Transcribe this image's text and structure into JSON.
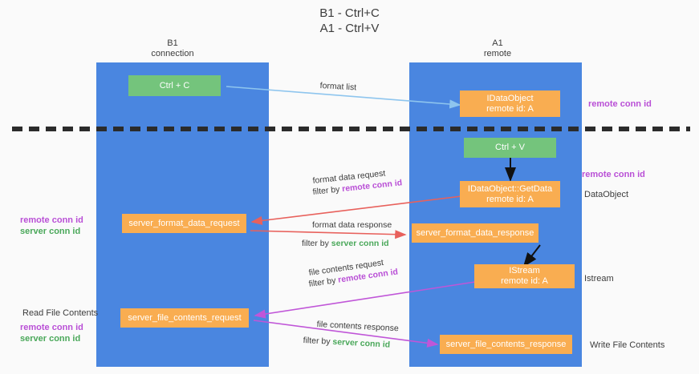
{
  "title": "B1 - Ctrl+C\nA1 - Ctrl+V",
  "colors": {
    "lane": "#4a86e0",
    "green_node": "#74c47c",
    "orange_node": "#f9ad51",
    "purple_text": "#b94fd6",
    "green_text": "#4aa85a",
    "blue_arrow": "#8ec5ee",
    "red_arrow": "#e8615c",
    "magenta_arrow": "#c056d8",
    "divider": "#2b2b2b",
    "background": "#fafafa"
  },
  "lanes": [
    {
      "id": "b1",
      "header": "B1\nconnection"
    },
    {
      "id": "a1",
      "header": "A1\nremote"
    }
  ],
  "nodes": [
    {
      "id": "ctrl-c",
      "line1": "Ctrl + C",
      "line2": ""
    },
    {
      "id": "idataobject",
      "line1": "IDataObject",
      "line2": "remote id: A"
    },
    {
      "id": "ctrl-v",
      "line1": "Ctrl + V",
      "line2": ""
    },
    {
      "id": "getdata",
      "line1": "IDataObject::GetData",
      "line2": "remote id: A"
    },
    {
      "id": "server-format-data-request",
      "line1": "server_format_data_request",
      "line2": ""
    },
    {
      "id": "server-format-data-response",
      "line1": "server_format_data_response",
      "line2": ""
    },
    {
      "id": "istream",
      "line1": "IStream",
      "line2": "remote id: A"
    },
    {
      "id": "server-file-contents-request",
      "line1": "server_file_contents_request",
      "line2": ""
    },
    {
      "id": "server-file-contents-response",
      "line1": "server_file_contents_response",
      "line2": ""
    }
  ],
  "right_labels": [
    {
      "id": "remote-conn-id-top",
      "text": "remote conn id",
      "style": "purple"
    },
    {
      "id": "remote-conn-id-mid",
      "text": "remote conn id",
      "style": "purple"
    },
    {
      "id": "dataobject",
      "text": "DataObject",
      "style": "plain"
    },
    {
      "id": "istream-label",
      "text": "Istream",
      "style": "plain"
    },
    {
      "id": "write-file-contents",
      "text": "Write File Contents",
      "style": "plain"
    }
  ],
  "left_labels": [
    {
      "id": "remote-conn-id-left-1",
      "text": "remote conn id",
      "style": "purple"
    },
    {
      "id": "server-conn-id-left-1",
      "text": "server conn id",
      "style": "green"
    },
    {
      "id": "read-file-contents",
      "text": "Read File Contents",
      "style": "plain"
    },
    {
      "id": "remote-conn-id-left-2",
      "text": "remote conn id",
      "style": "purple"
    },
    {
      "id": "server-conn-id-left-2",
      "text": "server conn id",
      "style": "green"
    }
  ],
  "edge_labels": {
    "format_list": "format list",
    "format_data_request": "format data request",
    "format_data_request_filter_prefix": "filter by ",
    "format_data_request_filter_value": "remote conn id",
    "format_data_response": "format data response",
    "format_data_response_filter_prefix": "filter by ",
    "format_data_response_filter_value": "server conn id",
    "file_contents_request": "file contents request",
    "file_contents_request_filter_prefix": "filter by ",
    "file_contents_request_filter_value": "remote conn id",
    "file_contents_response": "file contents response",
    "file_contents_response_filter_prefix": "filter by ",
    "file_contents_response_filter_value": "server conn id"
  }
}
